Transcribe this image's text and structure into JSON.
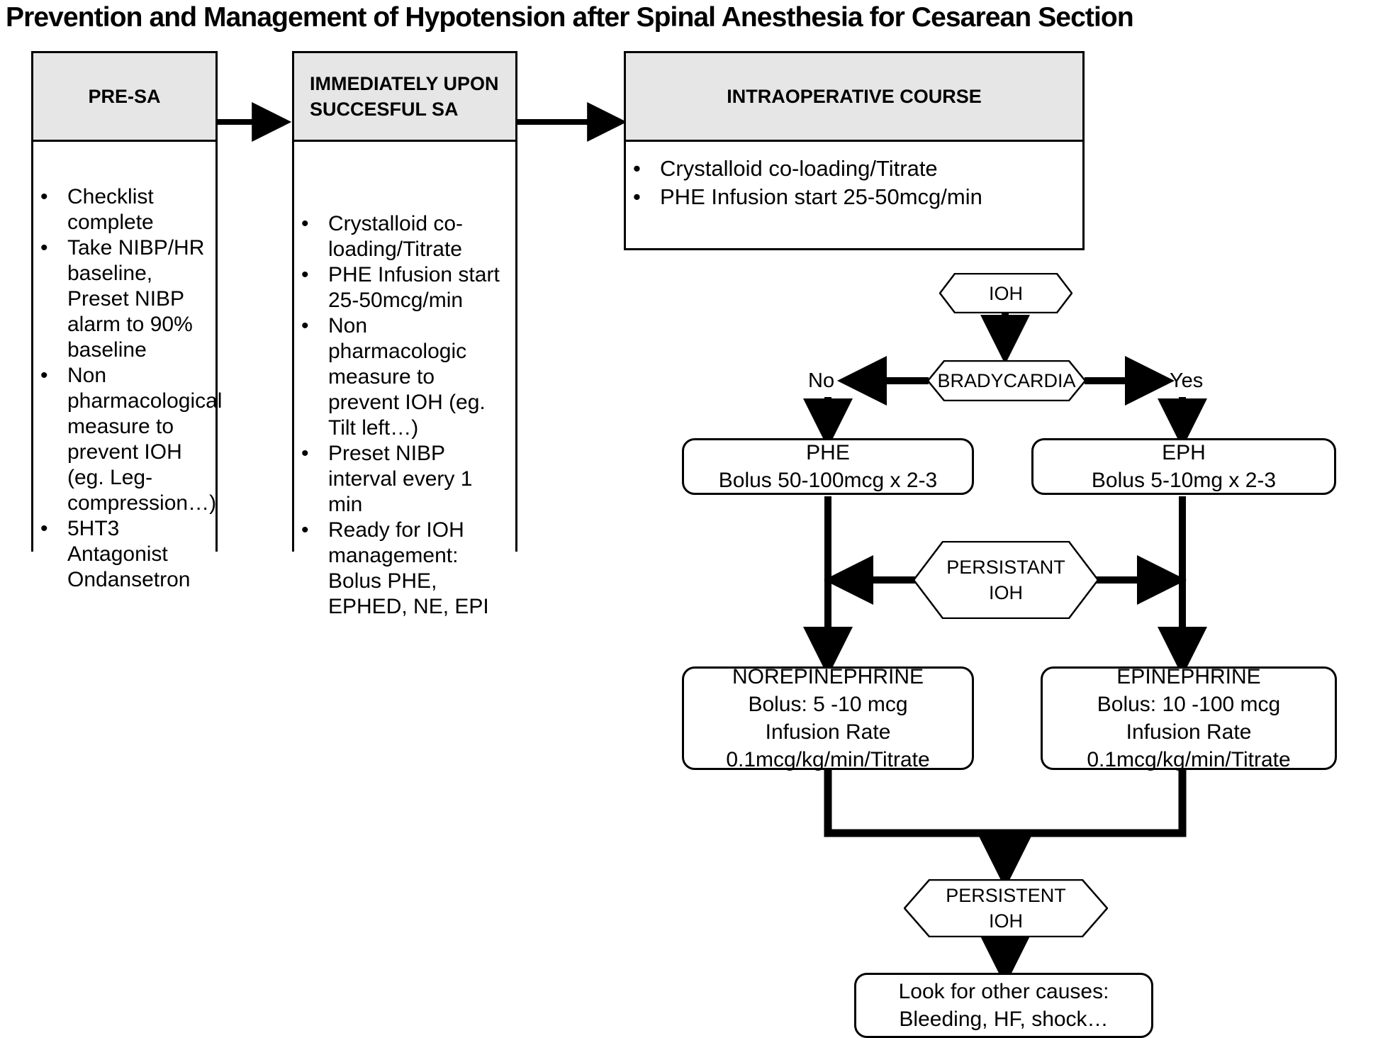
{
  "title": "Prevention and Management of Hypotension after Spinal Anesthesia for Cesarean Section",
  "columns": [
    {
      "id": "pre-sa",
      "header": "PRE-SA",
      "items": [
        "Checklist complete",
        "Take NIBP/HR baseline, Preset NIBP alarm to 90% baseline",
        "Non pharmacological measure to prevent IOH (eg. Leg-compression…)",
        "5HT3 Antagonist Ondansetron"
      ]
    },
    {
      "id": "immediately-upon-successful-sa",
      "header": "IMMEDIATELY UPON SUCCESFUL SA",
      "items": [
        "Crystalloid co-loading/Titrate",
        "PHE Infusion start 25-50mcg/min",
        "Non pharmacologic measure to prevent IOH (eg. Tilt left…)",
        "Preset NIBP interval every 1 min",
        "Ready for IOH management: Bolus PHE, EPHED, NE, EPI"
      ]
    },
    {
      "id": "intraoperative-course",
      "header": "INTRAOPERATIVE COURSE",
      "items": [
        "Crystalloid co-loading/Titrate",
        "PHE Infusion start 25-50mcg/min"
      ]
    }
  ],
  "nodes": {
    "ioh": {
      "label": "IOH"
    },
    "bradycardia": {
      "label": "BRADYCARDIA",
      "no_label": "No",
      "yes_label": "Yes"
    },
    "phe": {
      "line1": "PHE",
      "line2": "Bolus 50-100mcg x 2-3"
    },
    "eph": {
      "line1": "EPH",
      "line2": "Bolus 5-10mg x 2-3"
    },
    "persistant_ioh": {
      "line1": "PERSISTANT",
      "line2": "IOH"
    },
    "norepinephrine": {
      "line1": "NOREPINEPHRINE",
      "line2": "Bolus: 5 -10 mcg",
      "line3": "Infusion Rate",
      "line4": "0.1mcg/kg/min/Titrate"
    },
    "epinephrine": {
      "line1": "EPINEPHRINE",
      "line2": "Bolus: 10 -100 mcg",
      "line3": "Infusion Rate",
      "line4": "0.1mcg/kg/min/Titrate"
    },
    "persistent_ioh_final": {
      "line1": "PERSISTENT",
      "line2": "IOH"
    },
    "other_causes": {
      "line1": "Look for other causes:",
      "line2": "Bleeding, HF, shock…"
    }
  },
  "colors": {
    "header_fill": "#e6e6e6",
    "stroke": "#000000",
    "background": "#ffffff"
  }
}
